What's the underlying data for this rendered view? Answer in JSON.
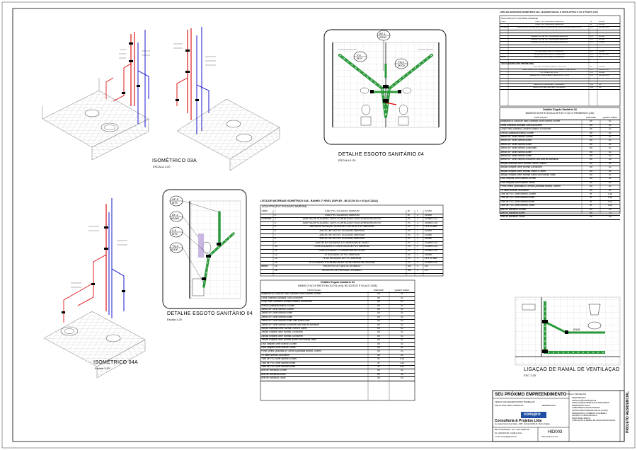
{
  "drawings": {
    "iso03a": {
      "title": "ISOMÉTRICO 03A",
      "scale": "ESCALA 1:20"
    },
    "detail04_top": {
      "title": "DETALHE ESGOTO SANITÁRIO 04",
      "scale": "ESCALA 1:20",
      "labels": [
        "AP-1",
        "Ø100",
        "V-1",
        "Ø75",
        "TQ-1",
        "Ø100"
      ]
    },
    "iso04a": {
      "title": "ISOMÉTRICO 04A",
      "scale": "Escala 1:20"
    },
    "detail04_mid": {
      "title": "DETALHE ESGOTO SANITÁRIO 04",
      "scale": "Escala 1:20",
      "labels": [
        "AP-5",
        "Ø75",
        "AF-2",
        "ØVAR",
        "V-5",
        "Ø75",
        "TQ-3",
        "Ø100"
      ]
    },
    "ventilation": {
      "title": "LIGAÇAO DE RAMAL DE VENTILAÇAO",
      "scale": "ESC 1:20",
      "labels": [
        "Ø100"
      ]
    }
  },
  "table_mid_materials": {
    "title": "LISTA DE MATERIAIS ISOMÉTRICO 04A - BANHO 1º NÍVEL DUPLEX - BLOCOS 01 e 03 (x2 CADA)",
    "subtitle": "ÁGUA FRIA (PVC SOLDÁVEL MARROM)",
    "sections": [
      "Tubos",
      "Conexões",
      "Metais"
    ],
    "rows": [
      {
        "n": "1",
        "desc": "TUBO PVC SOLDÁVEL MARROM",
        "un": "m",
        "q": "1",
        "d": "20 MM"
      },
      {
        "n": "2",
        "desc": "TUBO PVC SOLDÁVEL MARROM",
        "un": "m",
        "q": "2",
        "d": "25 MM"
      },
      {
        "n": "3",
        "desc": "ADAPTADOR SOLDÁVEL CURTO COM BOLSA E ROSCA PARA REGISTRO",
        "un": "PC",
        "q": "2",
        "d": "20 MM X 1/2\""
      },
      {
        "n": "4",
        "desc": "ADAPTADOR SOLDÁVEL CURTO COM BOLSA E ROSCA PARA REGISTRO",
        "un": "PC",
        "q": "2",
        "d": "25 MM X 3/4\""
      },
      {
        "n": "5",
        "desc": "BUCHA DE REDUÇÃO SOLDÁVEL CURTA DE PVC MARROM",
        "un": "PC",
        "q": "1",
        "d": "25 X 20 MM"
      },
      {
        "n": "6",
        "desc": "JOELHO 45º DE PVC SOLDÁVEL MARROM",
        "un": "PC",
        "q": "1",
        "d": "20 MM"
      },
      {
        "n": "7",
        "desc": "JOELHO 90º DE PVC SOLDÁVEL MARROM",
        "un": "PC",
        "q": "4",
        "d": "20 MM"
      },
      {
        "n": "8",
        "desc": "JOELHO 90º DE PVC SOLDÁVEL MARROM",
        "un": "PC",
        "q": "2",
        "d": "25 MM"
      },
      {
        "n": "9",
        "desc": "JOELHO 90º SOLDÁVEL E COM BUCHA DE LATÃO",
        "un": "PC",
        "q": "2",
        "d": "20 MM X 1/2\""
      },
      {
        "n": "10",
        "desc": "LUVA SOLDÁVEL E COM ROSCA DE PVC MARROM",
        "un": "PC",
        "q": "1",
        "d": "20 MM X 1/2\""
      },
      {
        "n": "11",
        "desc": "LUVA SOLDÁVEL E COM BUCHA DE LATÃO",
        "un": "PC",
        "q": "1",
        "d": "20 MM X 1/2\""
      },
      {
        "n": "12",
        "desc": "TE SOLDÁVEL DE PVC MARROM",
        "un": "PC",
        "q": "1",
        "d": "25 MM"
      },
      {
        "n": "13",
        "desc": "TE DE REDUÇÃO DE PVC MARROM",
        "un": "PC",
        "q": "1",
        "d": "25 X 20 MM"
      },
      {
        "n": "14",
        "desc": "TE SOLDÁVEL E COM BUCHA DE LATÃO NA BOLSA CENTRAL",
        "un": "PC",
        "q": "1",
        "d": "20 MM X 1/2\""
      },
      {
        "n": "15",
        "desc": "REGISTRO DE GAVETA CROMADO",
        "un": "UN",
        "q": "1",
        "d": "3/4\""
      },
      {
        "n": "16",
        "desc": "REGISTRO DE PRESSÃO CROMADO",
        "un": "UN",
        "q": "1",
        "d": "1/2\""
      }
    ]
  },
  "table_mid_detail": {
    "title": "Detalhe Esgoto Sanitário 04",
    "subtitle": "BANHO 2º AO 4º PAVTO BLOCO 01 (x15), BLOCOS 02 E 03 (x12 CADA)",
    "headers": [
      "DESCRIÇÃO",
      "UNIDADE",
      "QUANTIDADE"
    ],
    "rows": [
      [
        "Adaptador p/ Saída de Vaso Sanitário Série Normal 100mm",
        "un",
        "01"
      ],
      [
        "Caixa Sifonada Sifonada 100x100x50mm",
        "un",
        "01"
      ],
      [
        "Corpo Ralo Sifonado Cilíndrico Branco 100x40mm",
        "un",
        "01"
      ],
      [
        "Grelha Quadrada Branco 100mm",
        "un",
        "01"
      ],
      [
        "Joelho 45º Série Normal 100mm",
        "un",
        "01"
      ],
      [
        "Joelho 45º Série Normal 40mm",
        "un",
        "01"
      ],
      [
        "Joelho 90º Série Normal 50mm",
        "un",
        "01"
      ],
      [
        "Joelho 90º Série Normal 40mm com Bolsa Lisas",
        "un",
        "03"
      ],
      [
        "Joelho 90º Série Normal 40x38mm com Anel de Borracha",
        "un",
        "02"
      ],
      [
        "Junção Invertida Série Normal 75mm x 50mm",
        "un",
        "01"
      ],
      [
        "Junção Simples Série Normal 100x50mm",
        "un",
        "01"
      ],
      [
        "Junção Simples Série Normal 100x50mm",
        "un",
        "01"
      ],
      [
        "Junção Simples Série Normal 40mm com Bolsas Lisas",
        "un",
        "01"
      ],
      [
        "Luva Simples Série Normal 100mm",
        "un",
        "01"
      ],
      [
        "Luva Simples Série Normal 75mm",
        "un",
        "01"
      ],
      [
        "Porta Grelha Quadrado p/ Grelha Quadrada Branco 100mm",
        "un",
        "01"
      ],
      [
        "Tê Série Normal 100x50mm",
        "un",
        "01"
      ],
      [
        "Tubo de PVC Série Normal 100mm",
        "m",
        "0.15"
      ],
      [
        "Tubo de PVC Série Normal 40mm",
        "m",
        "2.30"
      ],
      [
        "Tubo de PVC Série Normal 50mm",
        "m",
        "1.00"
      ],
      [
        "Anel de Borracha 100mm",
        "un",
        "02"
      ],
      [
        "Anel de Borracha 50mm",
        "un",
        "13"
      ],
      [
        "Anel de Borracha 75mm",
        "un",
        "04"
      ]
    ]
  },
  "table_right_materials": {
    "title": "LISTA DE MATERIAIS ISOMÉTRICO 03A - BANHOS SOCIAL E SUITE APTOS 2º AO 4º PAVTO (x15)",
    "subtitle": "ÁGUA FRIA (PVC SOLDÁVEL MARROM)",
    "sections": [
      "Tubos",
      "Conexões",
      "Metais"
    ],
    "rows": [
      [
        "TUBO PVC SOLDÁVEL MARROM",
        "m",
        "20 MM"
      ],
      [
        "TUBO PVC SOLDÁVEL MARROM",
        "m",
        "25 MM"
      ],
      [
        "ADAPTADOR SOLDÁVEL CURTO COM BOLSA E ROSCA PARA REGISTRO",
        "PC",
        "20 MM X 1/2\""
      ],
      [
        "ADAPTADOR SOLDÁVEL CURTO COM BOLSA E ROSCA PARA REGISTRO",
        "PC",
        "25 MM X 3/4\""
      ],
      [
        "BUCHA DE REDUÇÃO SOLDÁVEL CURTA DE PVC MARROM",
        "PC",
        "25 X 20 MM"
      ],
      [
        "JOELHO 45º DE PVC SOLDÁVEL MARROM",
        "PC",
        "20 MM"
      ],
      [
        "JOELHO 90º DE PVC SOLDÁVEL MARROM",
        "PC",
        "20 MM"
      ],
      [
        "JOELHO 90º DE PVC SOLDÁVEL MARROM",
        "PC",
        "25 MM"
      ],
      [
        "JOELHO 90º SOLDÁVEL E COM BUCHA DE LATÃO",
        "PC",
        "20 MM X 1/2\""
      ],
      [
        "LUVA SOLDÁVEL E COM ROSCA DE PVC MARROM",
        "PC",
        "20 MM X 1/2\""
      ],
      [
        "TE SOLDÁVEL DE PVC MARROM",
        "PC",
        "25 MM"
      ],
      [
        "TE DE REDUÇÃO DE PVC MARROM",
        "PC",
        "25 X 20 MM"
      ],
      [
        "REGISTRO DE GAVETA CROMADO",
        "UN",
        "3/4\""
      ],
      [
        "REGISTRO DE PRESSÃO CROMADO",
        "UN",
        "1/2\""
      ]
    ],
    "subtitle2": "ÁGUA QUENTE (POLIPROPILENO)",
    "rows2": [
      [
        "TUBO DE POLIPROPILENO PPR PN 20",
        "m",
        "25 MM"
      ],
      [
        "ADAPTADOR DE TRANSIÇÃO PPR COM INSERTO METÁLICO",
        "PC",
        "25 MM X 3/4\""
      ],
      [
        "COTOVELO 90º PPR",
        "PC",
        "25 MM"
      ],
      [
        "JOELHO 90º COM INSERTO METÁLICO - PPR",
        "PC",
        "25 MM X 1/2\""
      ],
      [
        "TE 90º PPR",
        "PC",
        "25 MM"
      ],
      [
        "TE MISTURADOR COM INSERTO METÁLICO - PPR",
        "PC",
        "25 MM X 1/2\""
      ],
      [
        "REGISTRO DE GAVETA CROMADO",
        "UN",
        "3/4\""
      ],
      [
        "REGISTRO DE PRESSÃO CROMADO",
        "UN",
        "1/2\""
      ]
    ]
  },
  "table_right_detail": {
    "title": "Detalhe Esgoto Sanitário 04",
    "subtitle": "BANHOS SUITE E SOCIAL APTOS 2º AO 4º PAVIMENTO (x15)",
    "headers": [
      "DESCRIÇÃO",
      "UNIDADE",
      "QUANTIDADE"
    ],
    "rows": [
      [
        "Adaptador p/ Saída de Vaso Sanitário Série Normal 100mm",
        "un",
        "01"
      ],
      [
        "Caixa Sifonada Sifonada 100x100x50mm",
        "un",
        "01"
      ],
      [
        "Corpo Ralo Sifonado Cilíndrico Branco 100x40mm",
        "un",
        "01"
      ],
      [
        "Grelha Quadrada Branco 100mm",
        "un",
        "01"
      ],
      [
        "Joelho 45º Série Normal 100mm",
        "un",
        "01"
      ],
      [
        "Joelho 45º Série Normal 50mm",
        "un",
        "01"
      ],
      [
        "Joelho 45º Série Normal 40mm",
        "un",
        "01"
      ],
      [
        "Joelho 90º Série Normal 100x50mm",
        "un",
        "01"
      ],
      [
        "Joelho 90º Série Normal 50mm",
        "un",
        "01"
      ],
      [
        "Joelho 90º Série Normal 40mm",
        "un",
        "03"
      ],
      [
        "Joelho 90º Série Normal 40x38mm com Anel de Borracha",
        "un",
        "02"
      ],
      [
        "Junção Invertida Série Normal 75mm x 50mm",
        "un",
        "01"
      ],
      [
        "Junção Simples Série Normal 100x50mm",
        "un",
        "01"
      ],
      [
        "Junção Simples Série Normal 75mm x 75mm",
        "un",
        "01"
      ],
      [
        "Junção Simples Série Normal 40mm com Bolsas Lisas",
        "un",
        "01"
      ],
      [
        "Luva Simples Série Normal 100mm",
        "un",
        "01"
      ],
      [
        "Luva Simples Série Normal 75mm",
        "un",
        "01"
      ],
      [
        "Porta Grelha Quadrado p/ Grelha Quadrada Branco 100mm",
        "un",
        "01"
      ],
      [
        "Tê Série Normal 100x50mm",
        "un",
        "01"
      ],
      [
        "Tubo de PVC Série Normal 100mm",
        "m",
        "0.15"
      ],
      [
        "Tubo de PVC Série Normal 40mm",
        "m",
        "2.30"
      ],
      [
        "Tubo de PVC Série Normal 50mm",
        "m",
        "1.00"
      ],
      [
        "Tubo de PVC Série Normal 75mm",
        "m",
        "1.00"
      ],
      [
        "Anel de Borracha 100mm",
        "un",
        "02"
      ],
      [
        "Anel de Borracha 50mm",
        "un",
        "13"
      ],
      [
        "Anel de Borracha 75mm",
        "un",
        "04"
      ]
    ]
  },
  "title_block": {
    "project": "SEU PRÓXIMO EMPREENDIMENTO",
    "line1": "VENHA CONHECER NOSSO TRABALHO",
    "line2": "FAÇA HOJE UMA CONSULTA",
    "label_title": "TÍTULO",
    "label_projetos": "PROJETOS",
    "disciplines": [
      "ARQUITETURA",
      "INSTALAÇÕES ELÉTRICAS",
      "INSTALAÇÕES HIDRÁULICO-SANITÁRIAS",
      "PREVENÇÃO FOGO",
      "CABEAMENTO ESTRUTURADO",
      "INSTALAÇÕES PREDIAIS DE GLP (GÁS)",
      "PREVENÇÃO E COMBATE A INCÊNDIO",
      "PROJETO LUMINOTÉCNICO",
      "SPDA (PARA-RAIOS)",
      "TUBULAÇÃO E REDES DE TELECOMUNICAÇÃO"
    ],
    "logo": "conspro",
    "company": "Consultoria & Projetos Ltda",
    "address1": "Av. Santos Dumont de Matos, 4305 - Sobral 01231130 - Bairro Cidade - ",
    "address2": "BELO HORIZONTE - MG - CEP: 00000-000",
    "phone": "Tel: (31)9111-5111 / (31)9111-7111",
    "email": "e-mail: conspro@gmail.com",
    "site": "www.conspro.com.br",
    "label_desenhista": "DESENHISTA",
    "drawing_no": "HID003",
    "vertical_label": "PROJETO RESIDENCIAL"
  }
}
